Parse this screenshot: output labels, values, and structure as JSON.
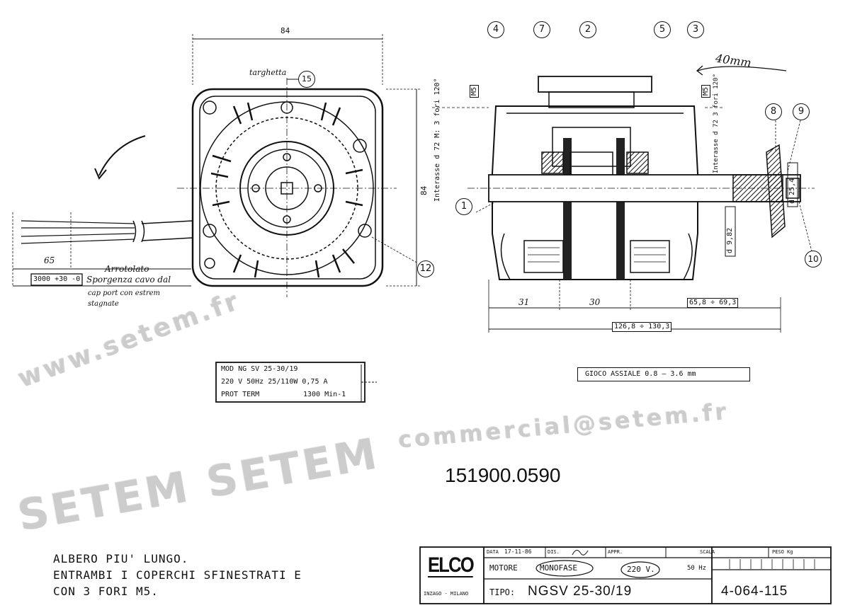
{
  "front_view": {
    "width_dim": "84",
    "height_dim": "84",
    "nameplate_label": "targhetta",
    "callouts": [
      "15",
      "12"
    ],
    "cable": {
      "length_dim": "65",
      "cable_length": "3000 +30 -0",
      "note_lines": [
        "Arrotolato",
        "Sporgenza cavo dal",
        "cap port  con estrem",
        "stagnate"
      ]
    }
  },
  "nameplate": {
    "line1": "MOD NG SV 25-30/19",
    "line2": "220 V 50Hz   25/110W  0,75 A",
    "line3_label": "PROT TERM",
    "line3_value": "1300 Min-1"
  },
  "side_view": {
    "callouts_top": [
      "4",
      "7",
      "2",
      "5",
      "3"
    ],
    "callouts_side": [
      "1",
      "8",
      "9",
      "10"
    ],
    "handwritten_note": "40mm",
    "thread_left": "M5",
    "thread_right": "M5",
    "left_vertical_label": "Interasse d 72  M: 3 fori 120°",
    "right_vertical_label": "Interasse d 72  3 fori 120°",
    "shaft_dia": "d 9,82",
    "hub_dia": "d 25,4",
    "dims": {
      "d1": "31",
      "d2": "30",
      "d3": "65,8 ÷ 69,3",
      "total": "126,8 ÷ 130,3"
    },
    "axial_play": "GIOCO  ASSIALE  0.8 — 3.6 mm"
  },
  "part_number": "151900.0590",
  "notes": [
    "ALBERO PIU' LUNGO.",
    "ENTRAMBI I COPERCHI SFINESTRATI  E",
    "CON 3 FORI  M5."
  ],
  "title_block": {
    "brand": "ELCO",
    "brand_location": "INZAGO - MILANO",
    "data_label": "DATA",
    "data_value": "17-11-86",
    "dis_label": "DIS.",
    "appr_label": "APPR.",
    "scala_label": "SCALA",
    "peso_label": "PESO Kg",
    "motore_label": "MOTORE",
    "phase": "MONOFASE",
    "voltage": "220  V.",
    "frequency": "50 Hz",
    "tipo_label": "TIPO:",
    "tipo_value": "NGSV 25-30/19",
    "drawing_number": "4-064-115"
  },
  "watermark": {
    "url": "www.setem.fr",
    "brand": "SETEM  SETEM",
    "email": "commercial@setem.fr"
  }
}
